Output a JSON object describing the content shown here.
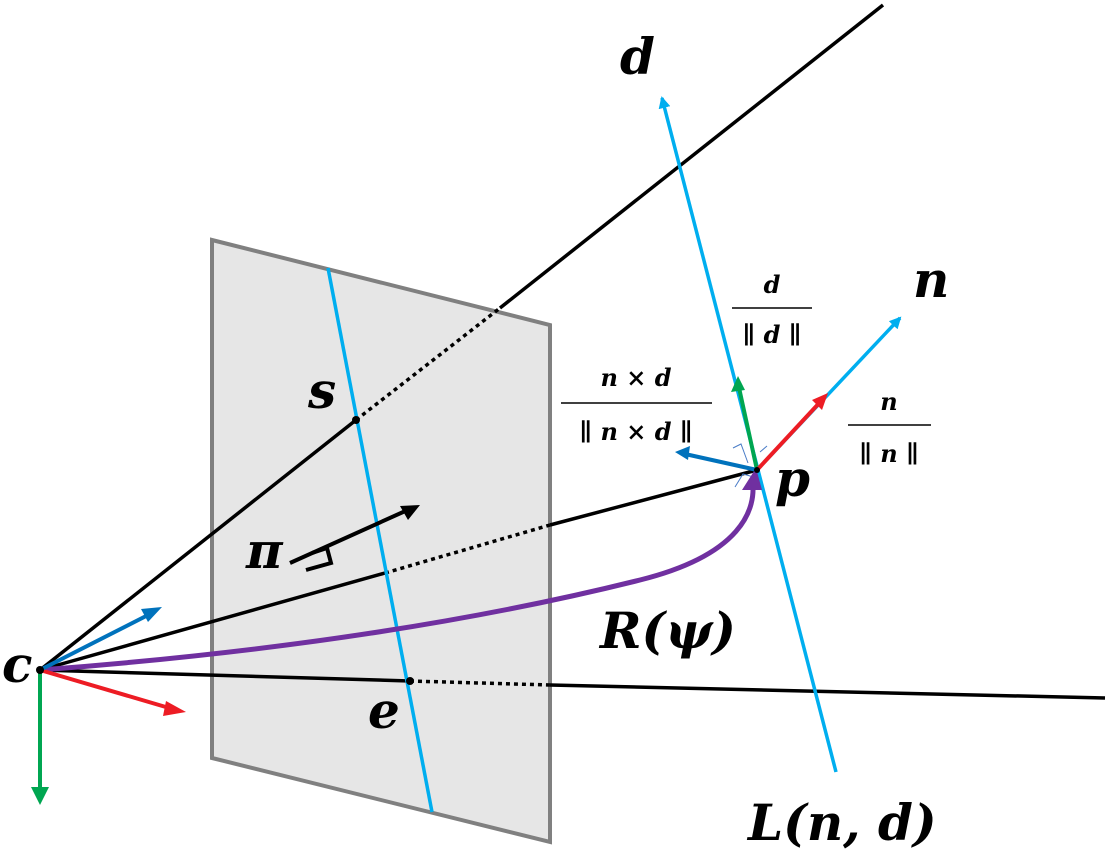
{
  "labels": {
    "c": "c",
    "s": "s",
    "e": "e",
    "pi": "π",
    "p": "p",
    "d": "d",
    "n": "n",
    "R_psi": "R(ψ)",
    "L_nd": "L(n, d)"
  },
  "fractions": {
    "d_unit": {
      "numerator": "d",
      "denominator": "∥ d ∥"
    },
    "n_unit": {
      "numerator": "n",
      "denominator": "∥ n ∥"
    },
    "nxd_unit": {
      "numerator": "n × d",
      "denominator": "∥ n × d ∥"
    }
  },
  "colors": {
    "plane_fill": "#e6e6e6",
    "plane_stroke": "#808080",
    "ray": "#000000",
    "line_L": "#00aeef",
    "vector_d": "#00a651",
    "vector_n": "#ed1c24",
    "vector_nxd": "#0072bc",
    "rotation_arc": "#7030a0",
    "axis_x": "#ed1c24",
    "axis_y": "#00a651",
    "axis_z": "#0072bc"
  }
}
